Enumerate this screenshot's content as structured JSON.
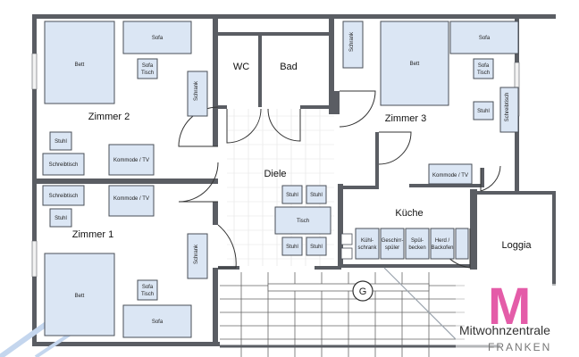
{
  "rooms": {
    "zimmer2": "Zimmer 2",
    "zimmer1": "Zimmer 1",
    "zimmer3": "Zimmer 3",
    "wc": "WC",
    "bad": "Bad",
    "diele": "Diele",
    "kueche": "Küche",
    "loggia": "Loggia"
  },
  "furniture": {
    "bett": "Bett",
    "sofa": "Sofa",
    "sofa_tisch_1": "Sofa",
    "sofa_tisch_2": "Tisch",
    "schrank": "Schrank",
    "stuhl": "Stuhl",
    "schreibtisch": "Schreibtisch",
    "kommode": "Kommode / TV",
    "tisch": "Tisch",
    "kuehlschrank_1": "Kühl-",
    "kuehlschrank_2": "schrank",
    "geschirr_1": "Geschirr-",
    "geschirr_2": "spüler",
    "spuel_1": "Spül-",
    "spuel_2": "becken",
    "herd_1": "Herd /",
    "herd_2": "Backofen"
  },
  "stair_mark": "G",
  "logo": {
    "letter": "M",
    "name": "Mitwohnzentrale",
    "region": "FRANKEN",
    "color": "#e0409a"
  },
  "colors": {
    "furniture_fill": "#dbe6f4",
    "wall": "#5a5d63"
  }
}
